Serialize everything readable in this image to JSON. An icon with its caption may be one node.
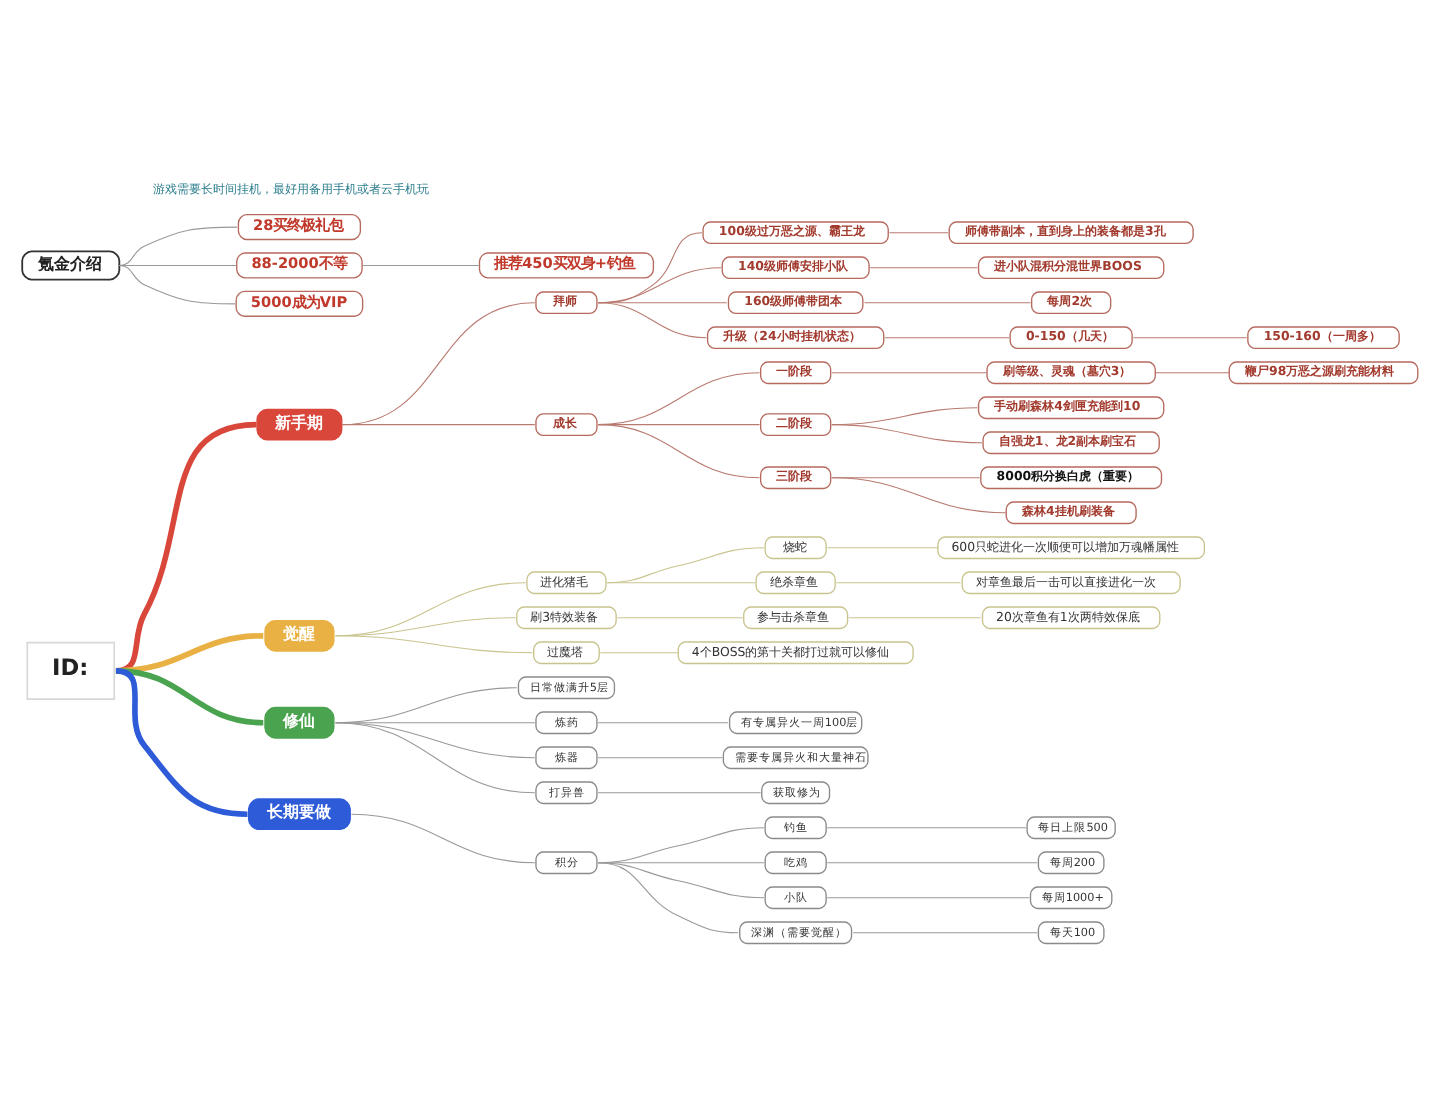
{
  "diagram": {
    "nodes": [
      {
        "text": [
          "ID:"
        ]
      },
      {
        "text": [
          "新手期"
        ]
      },
      {
        "text": [
          "拜师"
        ]
      },
      {
        "text": [
          "100级过万恶之源、霸王龙"
        ]
      },
      {
        "text": [
          "师傅带副本，直到身上的装备都是3孔"
        ]
      },
      {
        "text": [
          "140级师傅安排小队"
        ]
      },
      {
        "text": [
          "进小队混积分混世界BOOS"
        ]
      },
      {
        "text": [
          "160级师傅带团本"
        ]
      },
      {
        "text": [
          "每周2次"
        ]
      },
      {
        "text": [
          "升级（24小时挂机状态）"
        ]
      },
      {
        "text": [
          "0-150（几天）"
        ]
      },
      {
        "text": [
          "150-160（一周多）"
        ]
      },
      {
        "text": [
          "成长"
        ]
      },
      {
        "text": [
          "一阶段"
        ]
      },
      {
        "text": [
          "刷等级、灵魂（墓穴3）"
        ]
      },
      {
        "text": [
          "鞭尸98万恶之源刷充能材料"
        ]
      },
      {
        "text": [
          "二阶段"
        ]
      },
      {
        "text": [
          "手动刷森林4剑匣充能到10"
        ]
      },
      {
        "text": [
          "自强龙1、龙2副本刷宝石"
        ]
      },
      {
        "text": [
          "三阶段"
        ]
      },
      {
        "text": [
          "8000积分换白虎（重要）"
        ]
      },
      {
        "text": [
          "森林4挂机刷装备"
        ]
      },
      {
        "text": [
          "觉醒"
        ]
      },
      {
        "text": [
          "进化猪毛"
        ]
      },
      {
        "text": [
          "烧蛇"
        ]
      },
      {
        "text": [
          "600只蛇进化一次顺便可以增加万魂幡属性"
        ]
      },
      {
        "text": [
          "绝杀章鱼"
        ]
      },
      {
        "text": [
          "对章鱼最后一击可以直接进化一次"
        ]
      },
      {
        "text": [
          "刷3特效装备"
        ]
      },
      {
        "text": [
          "参与击杀章鱼"
        ]
      },
      {
        "text": [
          "20次章鱼有1次两特效保底"
        ]
      },
      {
        "text": [
          "过魔塔"
        ]
      },
      {
        "text": [
          "4个BOSS的第十关都打过就可以修仙"
        ]
      },
      {
        "text": [
          "修仙"
        ]
      },
      {
        "text": [
          "日常做满升5层"
        ]
      },
      {
        "text": [
          "炼药"
        ]
      },
      {
        "text": [
          "有专属异火一周100层"
        ]
      },
      {
        "text": [
          "炼器"
        ]
      },
      {
        "text": [
          "需要专属异火和大量神石"
        ]
      },
      {
        "text": [
          "打异兽"
        ]
      },
      {
        "text": [
          "获取修为"
        ]
      },
      {
        "text": [
          "氪金介绍"
        ]
      },
      {
        "text": [
          "28买终极礼包"
        ]
      },
      {
        "text": [
          "88-2000不等"
        ]
      },
      {
        "text": [
          "推荐450买双身+钓鱼"
        ]
      },
      {
        "text": [
          "5000成为VIP"
        ]
      },
      {
        "text": [
          "长期要做"
        ]
      },
      {
        "text": [
          "积分"
        ]
      },
      {
        "text": [
          "钓鱼"
        ]
      },
      {
        "text": [
          "每日上限500"
        ]
      },
      {
        "text": [
          "吃鸡"
        ]
      },
      {
        "text": [
          "每周200"
        ]
      },
      {
        "text": [
          "小队"
        ]
      },
      {
        "text": [
          "每周1000+"
        ]
      },
      {
        "text": [
          "深渊（需要觉醒）"
        ]
      },
      {
        "text": [
          "每天100"
        ]
      }
    ],
    "edges": [
      {
        "from": 0,
        "to": 1,
        "arrow": "none",
        "style": "thick",
        "color": "#d9473b"
      },
      {
        "from": 1,
        "to": 2,
        "arrow": "none",
        "color": "#b97a70"
      },
      {
        "from": 2,
        "to": 3,
        "arrow": "none",
        "color": "#b97a70"
      },
      {
        "from": 3,
        "to": 4,
        "arrow": "none",
        "color": "#b97a70"
      },
      {
        "from": 2,
        "to": 5,
        "arrow": "none",
        "color": "#b97a70"
      },
      {
        "from": 5,
        "to": 6,
        "arrow": "none",
        "color": "#b97a70"
      },
      {
        "from": 2,
        "to": 7,
        "arrow": "none",
        "color": "#b97a70"
      },
      {
        "from": 7,
        "to": 8,
        "arrow": "none",
        "color": "#b97a70"
      },
      {
        "from": 2,
        "to": 9,
        "arrow": "none",
        "color": "#b97a70"
      },
      {
        "from": 9,
        "to": 10,
        "arrow": "none",
        "color": "#b97a70"
      },
      {
        "from": 10,
        "to": 11,
        "arrow": "none",
        "color": "#b97a70"
      },
      {
        "from": 1,
        "to": 12,
        "arrow": "none",
        "color": "#b97a70"
      },
      {
        "from": 12,
        "to": 13,
        "arrow": "none",
        "color": "#b97a70"
      },
      {
        "from": 13,
        "to": 14,
        "arrow": "none",
        "color": "#b97a70"
      },
      {
        "from": 14,
        "to": 15,
        "arrow": "none",
        "color": "#b97a70"
      },
      {
        "from": 12,
        "to": 16,
        "arrow": "none",
        "color": "#b97a70"
      },
      {
        "from": 16,
        "to": 17,
        "arrow": "none",
        "color": "#b97a70"
      },
      {
        "from": 16,
        "to": 18,
        "arrow": "none",
        "color": "#b97a70"
      },
      {
        "from": 12,
        "to": 19,
        "arrow": "none",
        "color": "#b97a70"
      },
      {
        "from": 19,
        "to": 20,
        "arrow": "none",
        "color": "#b97a70"
      },
      {
        "from": 19,
        "to": 21,
        "arrow": "none",
        "color": "#b97a70"
      },
      {
        "from": 0,
        "to": 22,
        "arrow": "none",
        "style": "thick",
        "color": "#e9b143"
      },
      {
        "from": 22,
        "to": 23,
        "arrow": "none",
        "color": "#c9c48e"
      },
      {
        "from": 23,
        "to": 24,
        "arrow": "none",
        "color": "#c9c48e"
      },
      {
        "from": 24,
        "to": 25,
        "arrow": "none",
        "color": "#c9c48e"
      },
      {
        "from": 23,
        "to": 26,
        "arrow": "none",
        "color": "#c9c48e"
      },
      {
        "from": 26,
        "to": 27,
        "arrow": "none",
        "color": "#c9c48e"
      },
      {
        "from": 22,
        "to": 28,
        "arrow": "none",
        "color": "#c9c48e"
      },
      {
        "from": 28,
        "to": 29,
        "arrow": "none",
        "color": "#c9c48e"
      },
      {
        "from": 29,
        "to": 30,
        "arrow": "none",
        "color": "#c9c48e"
      },
      {
        "from": 22,
        "to": 31,
        "arrow": "none",
        "color": "#c9c48e"
      },
      {
        "from": 31,
        "to": 32,
        "arrow": "none",
        "color": "#c9c48e"
      },
      {
        "from": 0,
        "to": 33,
        "arrow": "none",
        "style": "thick",
        "color": "#4aa34f"
      },
      {
        "from": 33,
        "to": 34,
        "arrow": "none"
      },
      {
        "from": 33,
        "to": 35,
        "arrow": "none"
      },
      {
        "from": 35,
        "to": 36,
        "arrow": "none"
      },
      {
        "from": 33,
        "to": 37,
        "arrow": "none"
      },
      {
        "from": 37,
        "to": 38,
        "arrow": "none"
      },
      {
        "from": 33,
        "to": 39,
        "arrow": "none"
      },
      {
        "from": 39,
        "to": 40,
        "arrow": "none"
      },
      {
        "from": 41,
        "to": 42,
        "arrow": "none"
      },
      {
        "from": 41,
        "to": 43,
        "arrow": "none"
      },
      {
        "from": 43,
        "to": 44,
        "arrow": "none"
      },
      {
        "from": 41,
        "to": 45,
        "arrow": "none"
      },
      {
        "from": 0,
        "to": 46,
        "arrow": "none",
        "style": "thick",
        "color": "#2e5bd8"
      },
      {
        "from": 46,
        "to": 47,
        "arrow": "none"
      },
      {
        "from": 47,
        "to": 48,
        "arrow": "none"
      },
      {
        "from": 48,
        "to": 49,
        "arrow": "none"
      },
      {
        "from": 47,
        "to": 50,
        "arrow": "none"
      },
      {
        "from": 50,
        "to": 51,
        "arrow": "none"
      },
      {
        "from": 47,
        "to": 52,
        "arrow": "none"
      },
      {
        "from": 52,
        "to": 53,
        "arrow": "none"
      },
      {
        "from": 47,
        "to": 54,
        "arrow": "none"
      },
      {
        "from": 54,
        "to": 55,
        "arrow": "none"
      }
    ],
    "labels": [
      "游戏需要长时间挂机，最好用备用手机或者云手机玩"
    ]
  }
}
